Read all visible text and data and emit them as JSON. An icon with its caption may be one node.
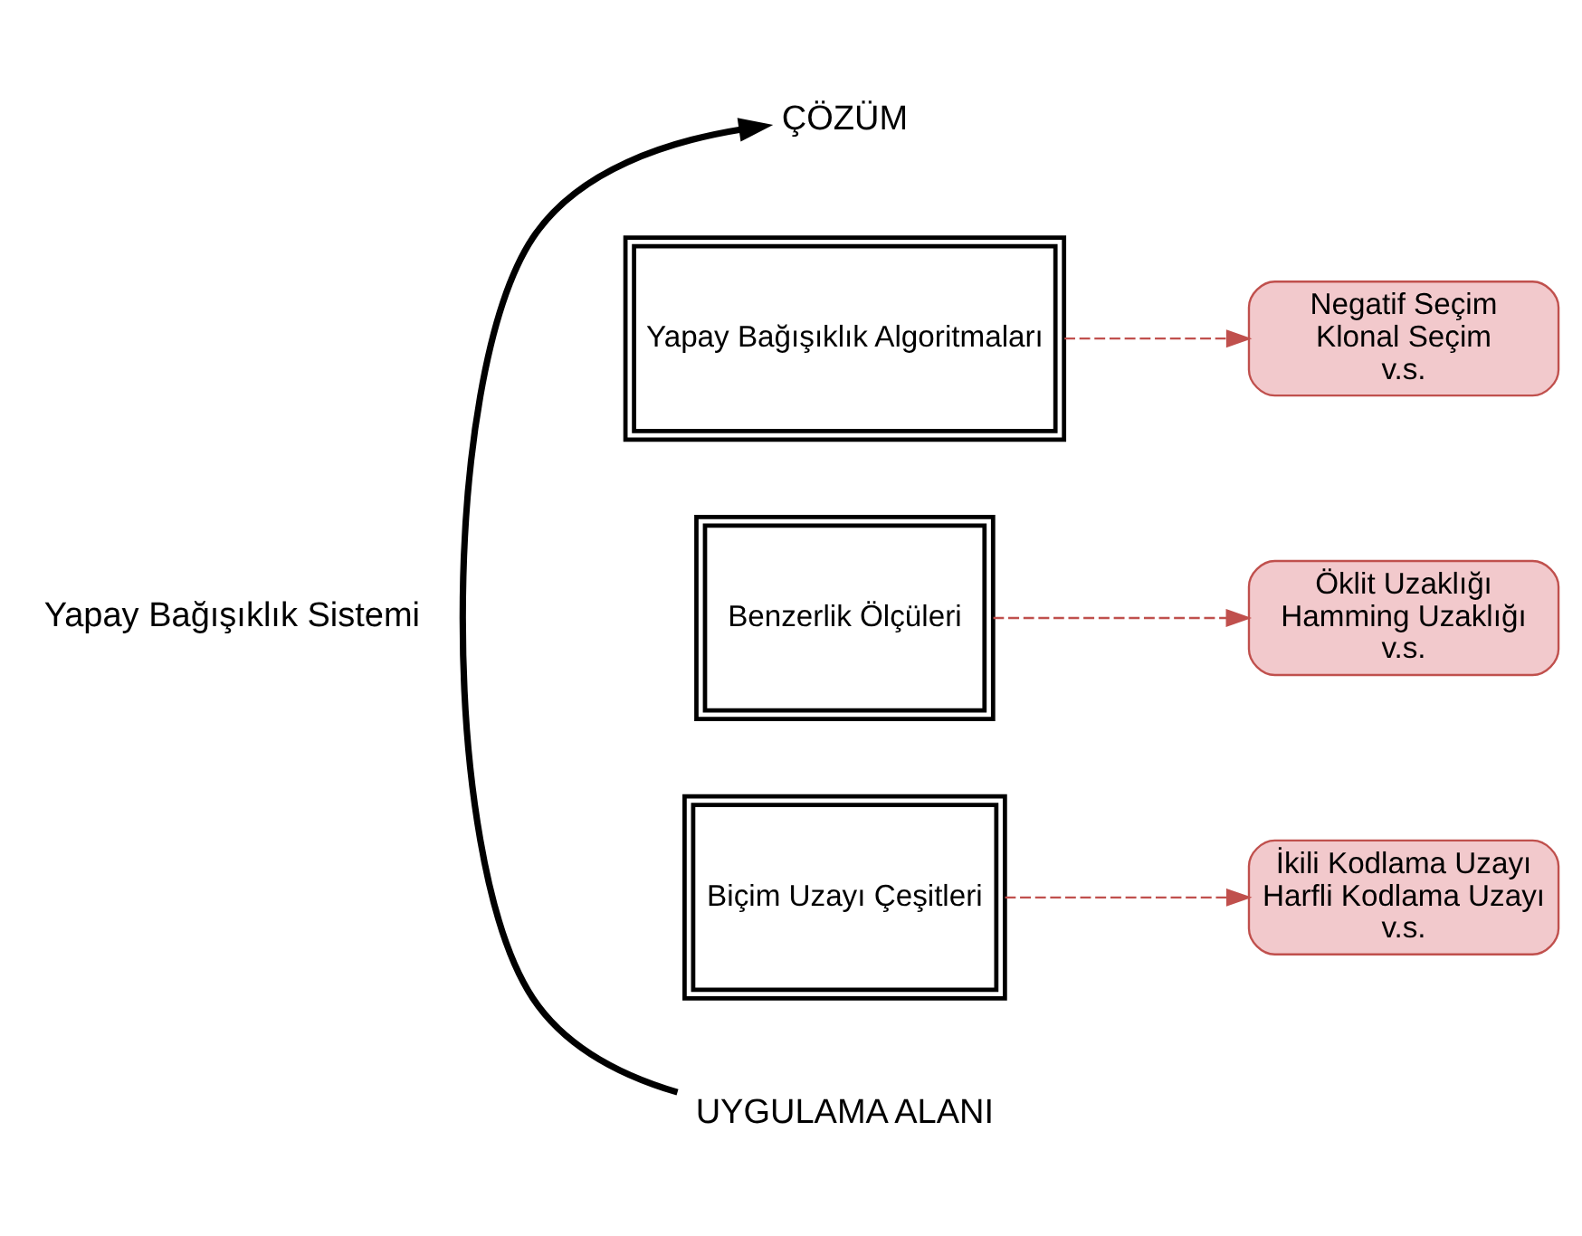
{
  "diagram": {
    "nodes": [
      {
        "text": [
          "ÇÖZÜM"
        ]
      },
      {
        "text": [
          "Yapay Bağışıklık Algoritmaları"
        ]
      },
      {
        "text": [
          "Benzerlik Ölçüleri"
        ]
      },
      {
        "text": [
          "Biçim Uzayı Çeşitleri"
        ]
      },
      {
        "text": [
          "UYGULAMA ALANI"
        ]
      },
      {
        "text": [
          "Negatif Seçim",
          "Klonal Seçim",
          "v.s."
        ]
      },
      {
        "text": [
          "Öklit Uzaklığı",
          "Hamming Uzaklığı",
          "v.s."
        ]
      },
      {
        "text": [
          "İkili Kodlama Uzayı",
          "Harfli Kodlama Uzayı",
          "v.s."
        ]
      }
    ],
    "edges": [
      {
        "from": 4,
        "to": 0,
        "arrow": "to",
        "style": "thick",
        "color": "#000000"
      },
      {
        "from": 1,
        "to": 5,
        "arrow": "to",
        "style": "dashed"
      },
      {
        "from": 2,
        "to": 6,
        "arrow": "to",
        "style": "dashed"
      },
      {
        "from": 3,
        "to": 7,
        "arrow": "to",
        "style": "dashed"
      }
    ],
    "labels": [
      "Yapay Bağışıklık Sistemi"
    ]
  }
}
